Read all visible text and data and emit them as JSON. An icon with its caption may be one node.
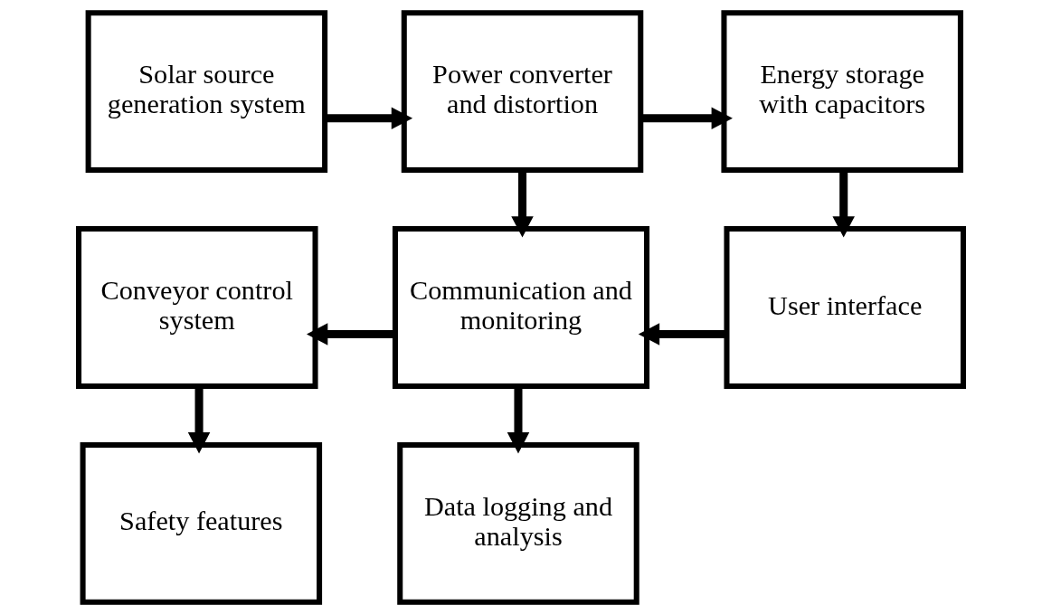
{
  "diagram": {
    "nodes": [
      {
        "text": [
          "Solar source generation system"
        ]
      },
      {
        "text": [
          "Power converter and distortion"
        ]
      },
      {
        "text": [
          "Energy storage with capacitors"
        ]
      },
      {
        "text": [
          "Conveyor control system"
        ]
      },
      {
        "text": [
          "Communication and monitoring"
        ]
      },
      {
        "text": [
          "User interface"
        ]
      },
      {
        "text": [
          "Safety features"
        ]
      },
      {
        "text": [
          "Data logging and analysis"
        ]
      }
    ],
    "edges": [
      {
        "from": 0,
        "to": 1,
        "arrow": "to"
      },
      {
        "from": 1,
        "to": 2,
        "arrow": "to"
      },
      {
        "from": 1,
        "to": 4,
        "arrow": "to"
      },
      {
        "from": 2,
        "to": 5,
        "arrow": "to"
      },
      {
        "from": 5,
        "to": 4,
        "arrow": "to"
      },
      {
        "from": 4,
        "to": 3,
        "arrow": "to"
      },
      {
        "from": 3,
        "to": 6,
        "arrow": "to"
      },
      {
        "from": 4,
        "to": 7,
        "arrow": "to"
      }
    ]
  }
}
